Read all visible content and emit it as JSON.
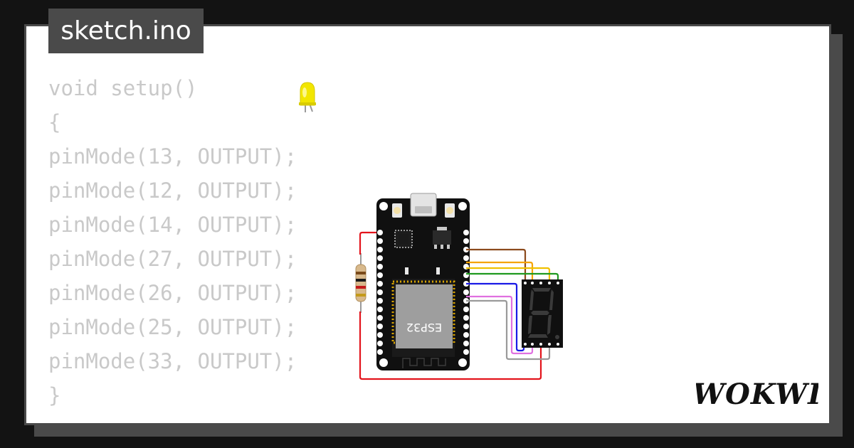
{
  "window": {
    "title": "sketch.ino"
  },
  "code": {
    "lines": [
      "void setup()",
      "{",
      "pinMode(13, OUTPUT);",
      "pinMode(12, OUTPUT);",
      "pinMode(14, OUTPUT);",
      "pinMode(27, OUTPUT);",
      "pinMode(26, OUTPUT);",
      "pinMode(25, OUTPUT);",
      "pinMode(33, OUTPUT);",
      "}"
    ]
  },
  "circuit": {
    "board_label": "ESP32",
    "led_color": "#f2e600",
    "wire_colors": {
      "power": "#e3141c",
      "brown": "#8b4a1c",
      "orange": "#f5a300",
      "yellow": "#f0c000",
      "green": "#1f9a1f",
      "blue": "#1a1ae6",
      "violet": "#e070e0",
      "gray": "#9a9a9a"
    }
  },
  "brand": {
    "logo_icon": "wokwi-logo",
    "text": "WOKWI"
  },
  "colors": {
    "background": "#131313",
    "frame": "#4a4a4a",
    "code_text": "#c9c9c9"
  }
}
